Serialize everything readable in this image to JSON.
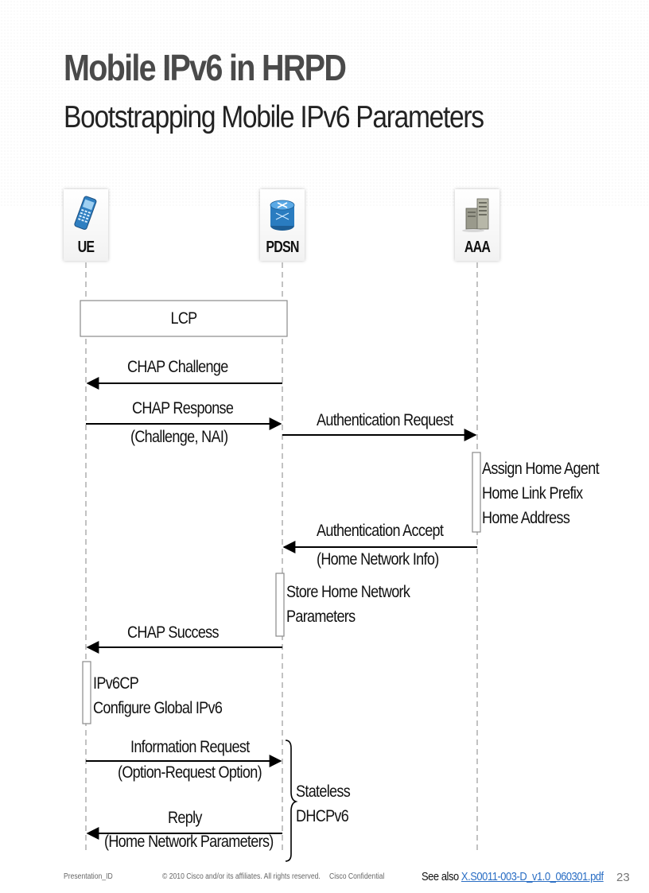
{
  "slide": {
    "title": "Mobile IPv6 in HRPD",
    "subtitle": "Bootstrapping Mobile IPv6 Parameters"
  },
  "actors": [
    {
      "id": "ue",
      "label": "UE",
      "icon": "mobile-phone-icon"
    },
    {
      "id": "pdsn",
      "label": "PDSN",
      "icon": "router-icon"
    },
    {
      "id": "aaa",
      "label": "AAA",
      "icon": "server-icon"
    }
  ],
  "diagram": {
    "lcp_label": "LCP",
    "messages": {
      "chap_challenge": "CHAP Challenge",
      "chap_response": "CHAP Response",
      "chap_response_params": "(Challenge, NAI)",
      "auth_request": "Authentication Request",
      "auth_accept": "Authentication Accept",
      "auth_accept_params": "(Home Network Info)",
      "chap_success": "CHAP Success",
      "info_request": "Information Request",
      "info_request_params": "(Option-Request Option)",
      "reply": "Reply",
      "reply_params": "(Home Network Parameters)"
    },
    "activities": {
      "aaa_assign": "Assign Home Agent\nHome Link Prefix\nHome Address",
      "pdsn_store": "Store Home Network\nParameters",
      "ue_ipv6cp": "IPv6CP\nConfigure Global IPv6"
    },
    "brace_label": "Stateless\nDHCPv6"
  },
  "footer": {
    "presentation_id": "Presentation_ID",
    "copyright": "© 2010 Cisco and/or its affiliates. All rights reserved.",
    "confidential": "Cisco Confidential",
    "see_also_prefix": "See also ",
    "see_also_link": "X.S0011-003-D_v1.0_060301.pdf",
    "page_number": "23"
  }
}
